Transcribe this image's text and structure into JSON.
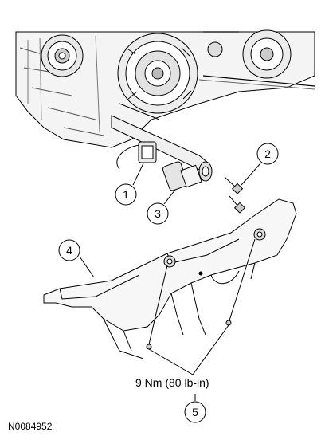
{
  "callouts": [
    {
      "id": "callout-1",
      "number": "1"
    },
    {
      "id": "callout-2",
      "number": "2"
    },
    {
      "id": "callout-3",
      "number": "3"
    },
    {
      "id": "callout-4",
      "number": "4"
    },
    {
      "id": "callout-5",
      "number": "5"
    }
  ],
  "torque_spec": "9 Nm (80 lb-in)",
  "figure_id": "N0084952"
}
